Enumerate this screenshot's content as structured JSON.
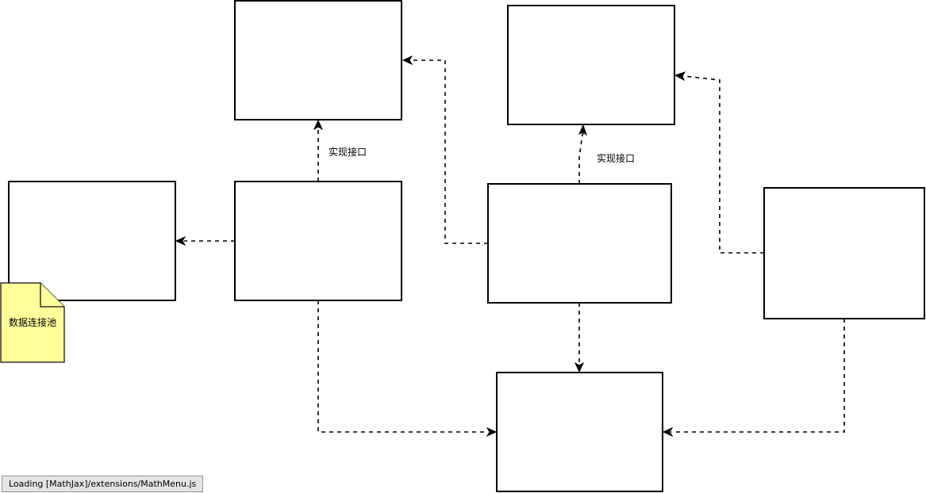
{
  "diagram": {
    "labels": {
      "implements_left": "实现接口",
      "implements_right": "实现接口"
    },
    "note": {
      "text": "数据连接池",
      "color": "#ffff99"
    }
  },
  "status": {
    "text": "Loading [MathJax]/extensions/MathMenu.js"
  }
}
